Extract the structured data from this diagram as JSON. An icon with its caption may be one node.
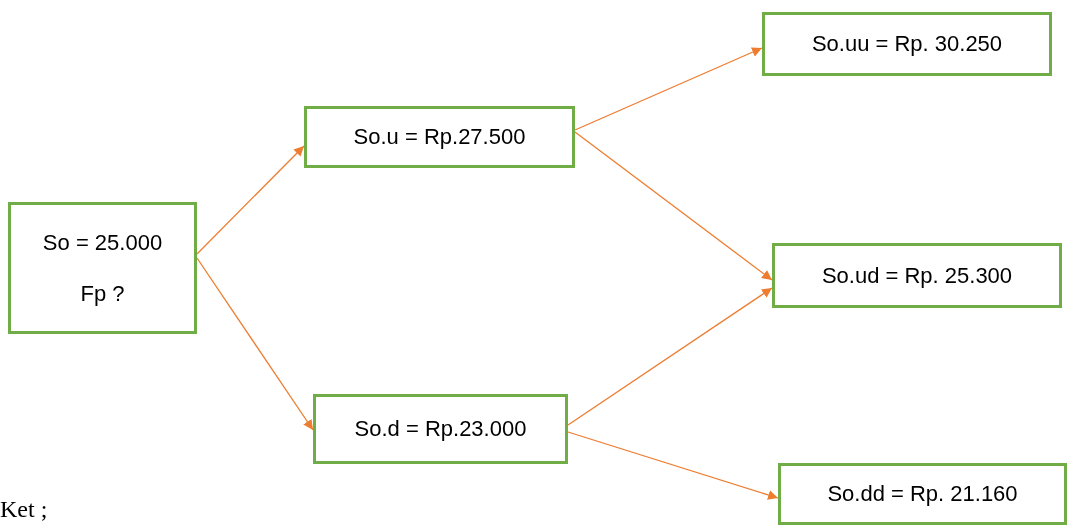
{
  "diagram": {
    "nodes": [
      {
        "text": [
          "So = 25.000",
          "Fp ?"
        ]
      },
      {
        "text": [
          "So.u = Rp.27.500"
        ]
      },
      {
        "text": [
          "So.d = Rp.23.000"
        ]
      },
      {
        "text": [
          "So.uu = Rp. 30.250"
        ]
      },
      {
        "text": [
          "So.ud = Rp. 25.300"
        ]
      },
      {
        "text": [
          "So.dd = Rp. 21.160"
        ]
      }
    ],
    "edges": [
      {
        "from": 0,
        "to": 1,
        "arrow": "to"
      },
      {
        "from": 0,
        "to": 2,
        "arrow": "to"
      },
      {
        "from": 1,
        "to": 3,
        "arrow": "to"
      },
      {
        "from": 1,
        "to": 4,
        "arrow": "to"
      },
      {
        "from": 2,
        "to": 4,
        "arrow": "to"
      },
      {
        "from": 2,
        "to": 5,
        "arrow": "to"
      }
    ],
    "labels": [
      "Ket ;"
    ]
  }
}
